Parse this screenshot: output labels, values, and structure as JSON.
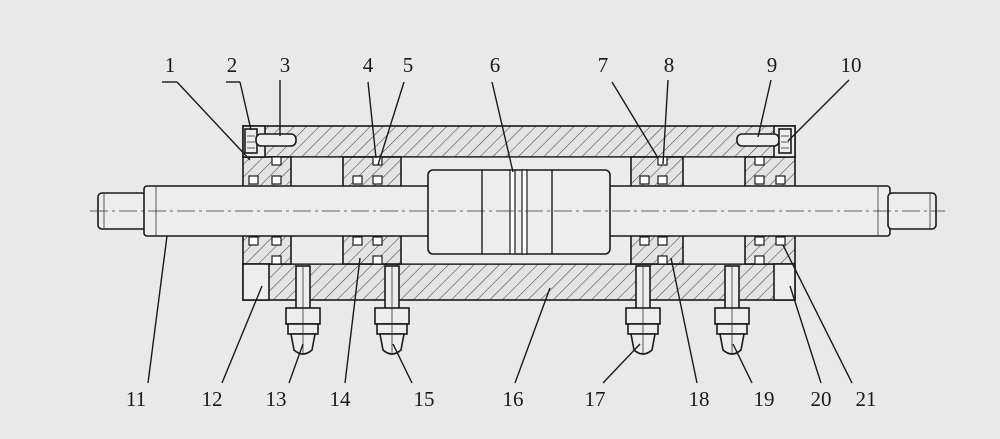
{
  "labels_top": [
    "1",
    "2",
    "3",
    "4",
    "5",
    "6",
    "7",
    "8",
    "9",
    "10"
  ],
  "labels_bottom": [
    "11",
    "12",
    "13",
    "14",
    "15",
    "16",
    "17",
    "18",
    "19",
    "20",
    "21"
  ]
}
